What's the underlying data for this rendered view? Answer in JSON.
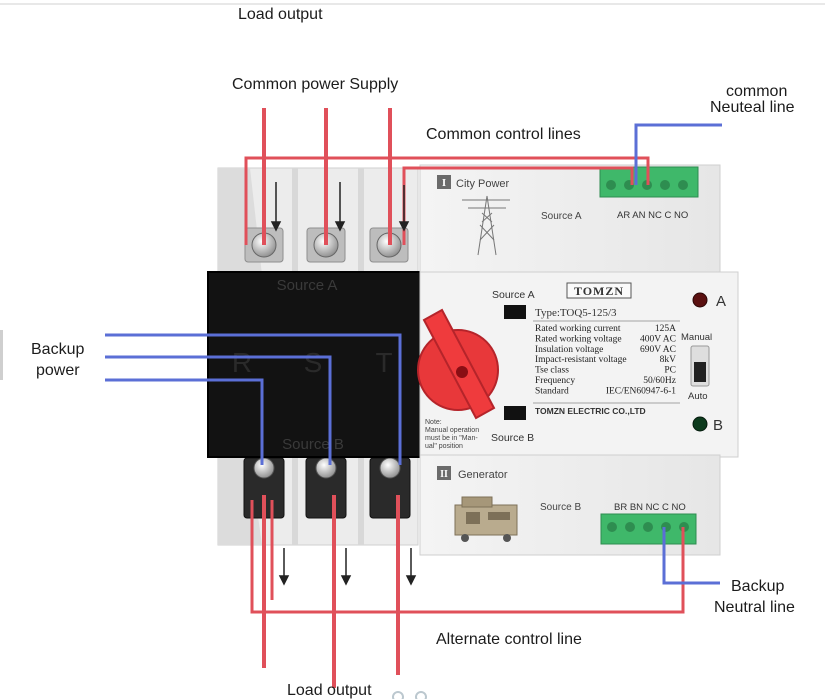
{
  "labels": {
    "load_output_top": "Load output",
    "common_power_supply": "Common power Supply",
    "common_neutral_line_1": "common",
    "common_neutral_line_2": "Neuteal line",
    "common_control_lines": "Common control lines",
    "backup_power_1": "Backup",
    "backup_power_2": "power",
    "backup_neutral_line_1": "Backup",
    "backup_neutral_line_2": "Neutral line",
    "alternate_control_line": "Alternate control line",
    "load_output_bottom": "Load output"
  },
  "device": {
    "brand": "TOMZN",
    "type": "Type:TOQ5-125/3",
    "city_power_badge": "I",
    "city_power_label": "City Power",
    "generator_badge": "II",
    "generator_label": "Generator",
    "source_a": "Source A",
    "source_b": "Source B",
    "switch_source_a": "Source A",
    "switch_source_b": "Source B",
    "breaker_source_a": "Source A",
    "breaker_source_b": "Source B",
    "phase_r": "R",
    "phase_s": "S",
    "phase_t": "T",
    "top_terminals": "AR AN NC C NO",
    "bottom_terminals": "BR BN NC C NO",
    "indicator_a": "A",
    "indicator_b": "B",
    "mode_manual": "Manual",
    "mode_auto": "Auto",
    "note_1": "Note:",
    "note_2": "Manual operation",
    "note_3": "must be in \"Man-",
    "note_4": "ual\" position",
    "specs": [
      {
        "name": "Rated working current",
        "value": "125A"
      },
      {
        "name": "Rated working voltage",
        "value": "400V AC"
      },
      {
        "name": "Insulation voltage",
        "value": "690V AC"
      },
      {
        "name": "Impact-resistant voltage",
        "value": "8kV"
      },
      {
        "name": "Tse class",
        "value": "PC"
      },
      {
        "name": "Frequency",
        "value": "50/60Hz"
      },
      {
        "name": "Standard",
        "value": "IEC/EN60947-6-1"
      }
    ],
    "maker": "TOMZN ELECTRIC CO.,LTD"
  },
  "colors": {
    "power_wire": "#e0505a",
    "control_wire": "#5b6fd6",
    "breaker_body": "#121212",
    "knob": "#e8383a",
    "terminal_green": "#3fb86a",
    "led_a": "#5a1010",
    "led_b": "#0d3b1d"
  }
}
